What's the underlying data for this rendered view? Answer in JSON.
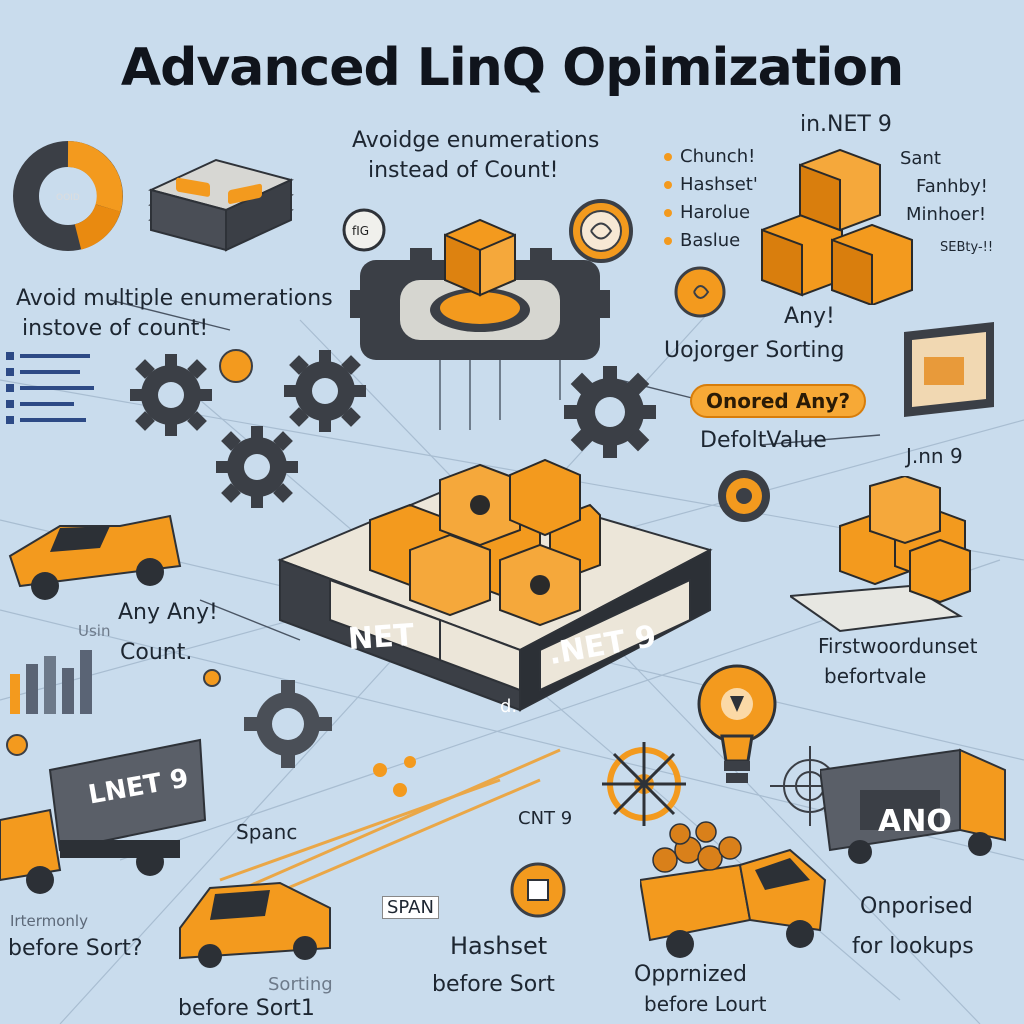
{
  "title": "Advanced LinQ Opimization",
  "subtitle": "in.NET 9",
  "top_center_text": [
    "Avoidge enumerations",
    "instead of Count!"
  ],
  "left_text": [
    "Avoid multiple enumerations",
    "instove of count!"
  ],
  "bullets": [
    "Chunch!",
    "Hashset'",
    "Harolue",
    "Baslue"
  ],
  "top_right_text": [
    "Sant",
    "Fanhby!",
    "Minhoer!",
    "SEBty-!!"
  ],
  "right_texts": {
    "any": "Any!",
    "sorting": "Uojorger Sorting",
    "pill": "Onored Any?",
    "default_value": "DefoltValue",
    "net9_label": "J.nn 9",
    "first_or": "Firstwoordunset",
    "before_value": "befortvale",
    "lookups_1": "Onporised",
    "lookups_2": "for lookups"
  },
  "left_mid_text": [
    "Any Any!",
    "Count."
  ],
  "left_small": "Usin",
  "bottom_texts": {
    "span_left": "Spanc",
    "net9_mid": "CNT 9",
    "span_box": "SPAN",
    "hashset": "Hashset",
    "before_sort_mid": "before Sort",
    "optimized_1": "Opprnized",
    "optimized_2": "before Lourt",
    "before_sort_left": "before Sort?",
    "before_sort_left_small": "Irtermonly",
    "sorting_bottom": "Sorting",
    "before_sort_bottom": "before Sort1"
  },
  "platform_labels": {
    "left": "NET",
    "right": ".NET 9",
    "small_mark": "d."
  },
  "truck_labels": {
    "left": "LNET 9",
    "right": "ANO"
  },
  "icon_glyphs": {
    "small_badge": "fIG",
    "ring_label": "OOID"
  },
  "colors": {
    "accent": "#f39a1e",
    "dark": "#3b3f46",
    "background": "#c9dced",
    "cream": "#ece6d9"
  }
}
